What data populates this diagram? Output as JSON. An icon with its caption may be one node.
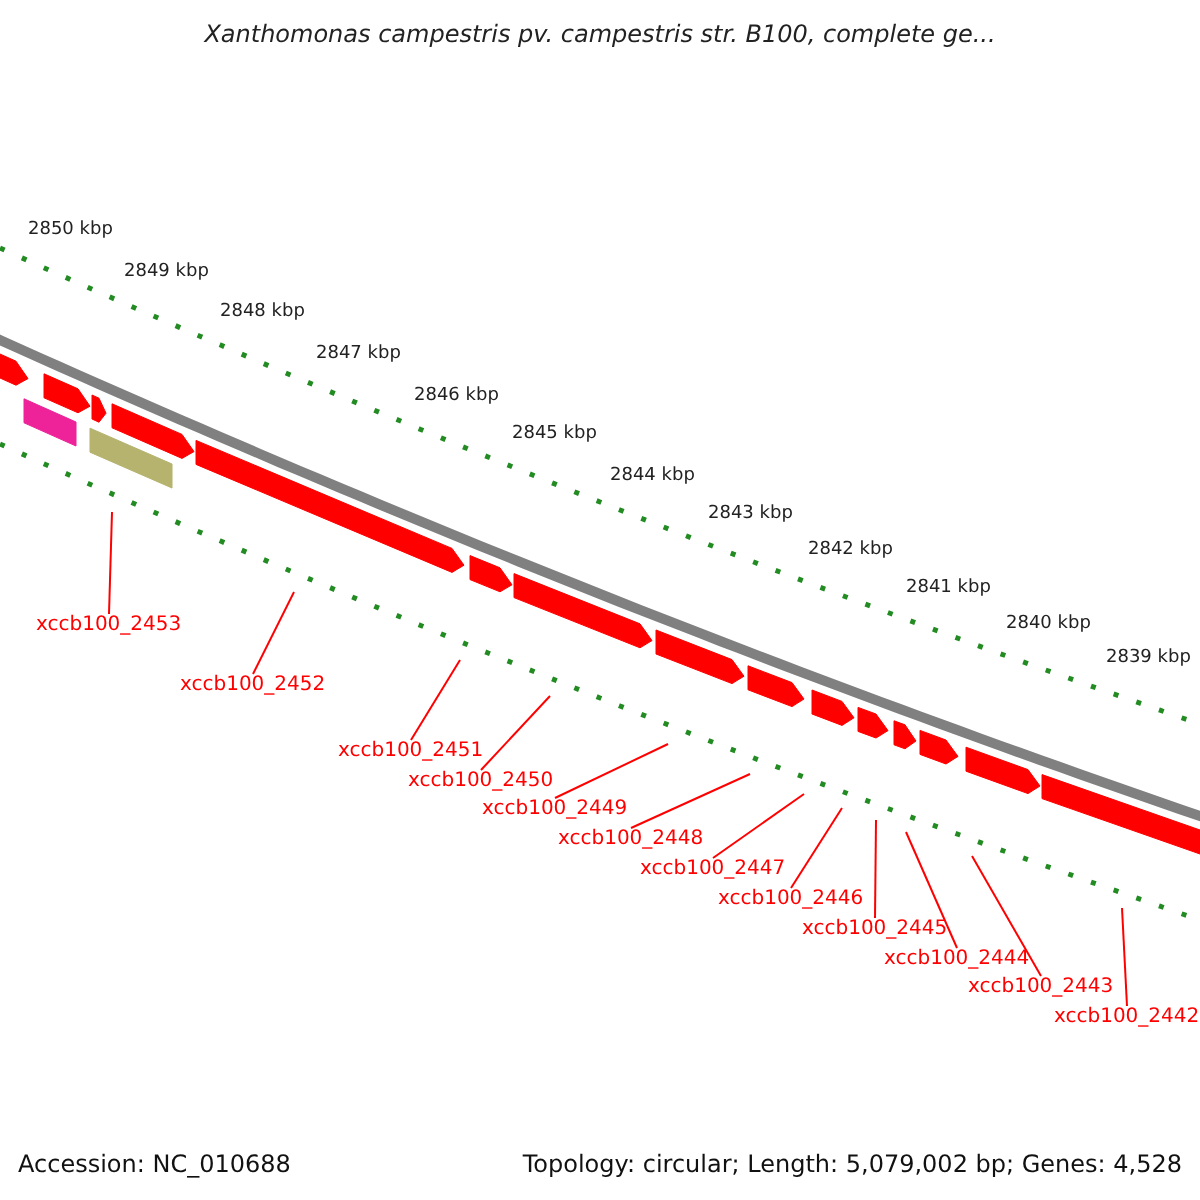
{
  "diagram": {
    "title": "Xanthomonas campestris pv. campestris str. B100, complete ge...",
    "nodes": [
      {
        "text": [
          "xccb100_2453"
        ]
      },
      {
        "text": [
          "xccb100_2452"
        ]
      },
      {
        "text": [
          "xccb100_2451"
        ]
      },
      {
        "text": [
          "xccb100_2450"
        ]
      },
      {
        "text": [
          "xccb100_2449"
        ]
      },
      {
        "text": [
          "xccb100_2448"
        ]
      },
      {
        "text": [
          "xccb100_2447"
        ]
      },
      {
        "text": [
          "xccb100_2446"
        ]
      },
      {
        "text": [
          "xccb100_2445"
        ]
      },
      {
        "text": [
          "xccb100_2444"
        ]
      },
      {
        "text": [
          "xccb100_2443"
        ]
      },
      {
        "text": [
          "xccb100_2442"
        ]
      }
    ],
    "edges": [
      {
        "from": 0,
        "to": null,
        "arrow": "none"
      },
      {
        "from": 1,
        "to": null,
        "arrow": "none"
      },
      {
        "from": 2,
        "to": null,
        "arrow": "none"
      },
      {
        "from": 3,
        "to": null,
        "arrow": "none"
      },
      {
        "from": 4,
        "to": null,
        "arrow": "none"
      },
      {
        "from": 5,
        "to": null,
        "arrow": "none"
      },
      {
        "from": 6,
        "to": null,
        "arrow": "none"
      },
      {
        "from": 7,
        "to": null,
        "arrow": "none"
      },
      {
        "from": 8,
        "to": null,
        "arrow": "none"
      },
      {
        "from": 9,
        "to": null,
        "arrow": "none"
      },
      {
        "from": 10,
        "to": null,
        "arrow": "none"
      },
      {
        "from": 11,
        "to": null,
        "arrow": "none"
      }
    ],
    "labels": [
      "2850 kbp",
      "2849 kbp",
      "2848 kbp",
      "2847 kbp",
      "2846 kbp",
      "2845 kbp",
      "2844 kbp",
      "2843 kbp",
      "2842 kbp",
      "2841 kbp",
      "2840 kbp",
      "2839 kbp",
      "Accession: NC_010688",
      "Topology: circular; Length: 5,079,002 bp; Genes: 4,528"
    ]
  }
}
